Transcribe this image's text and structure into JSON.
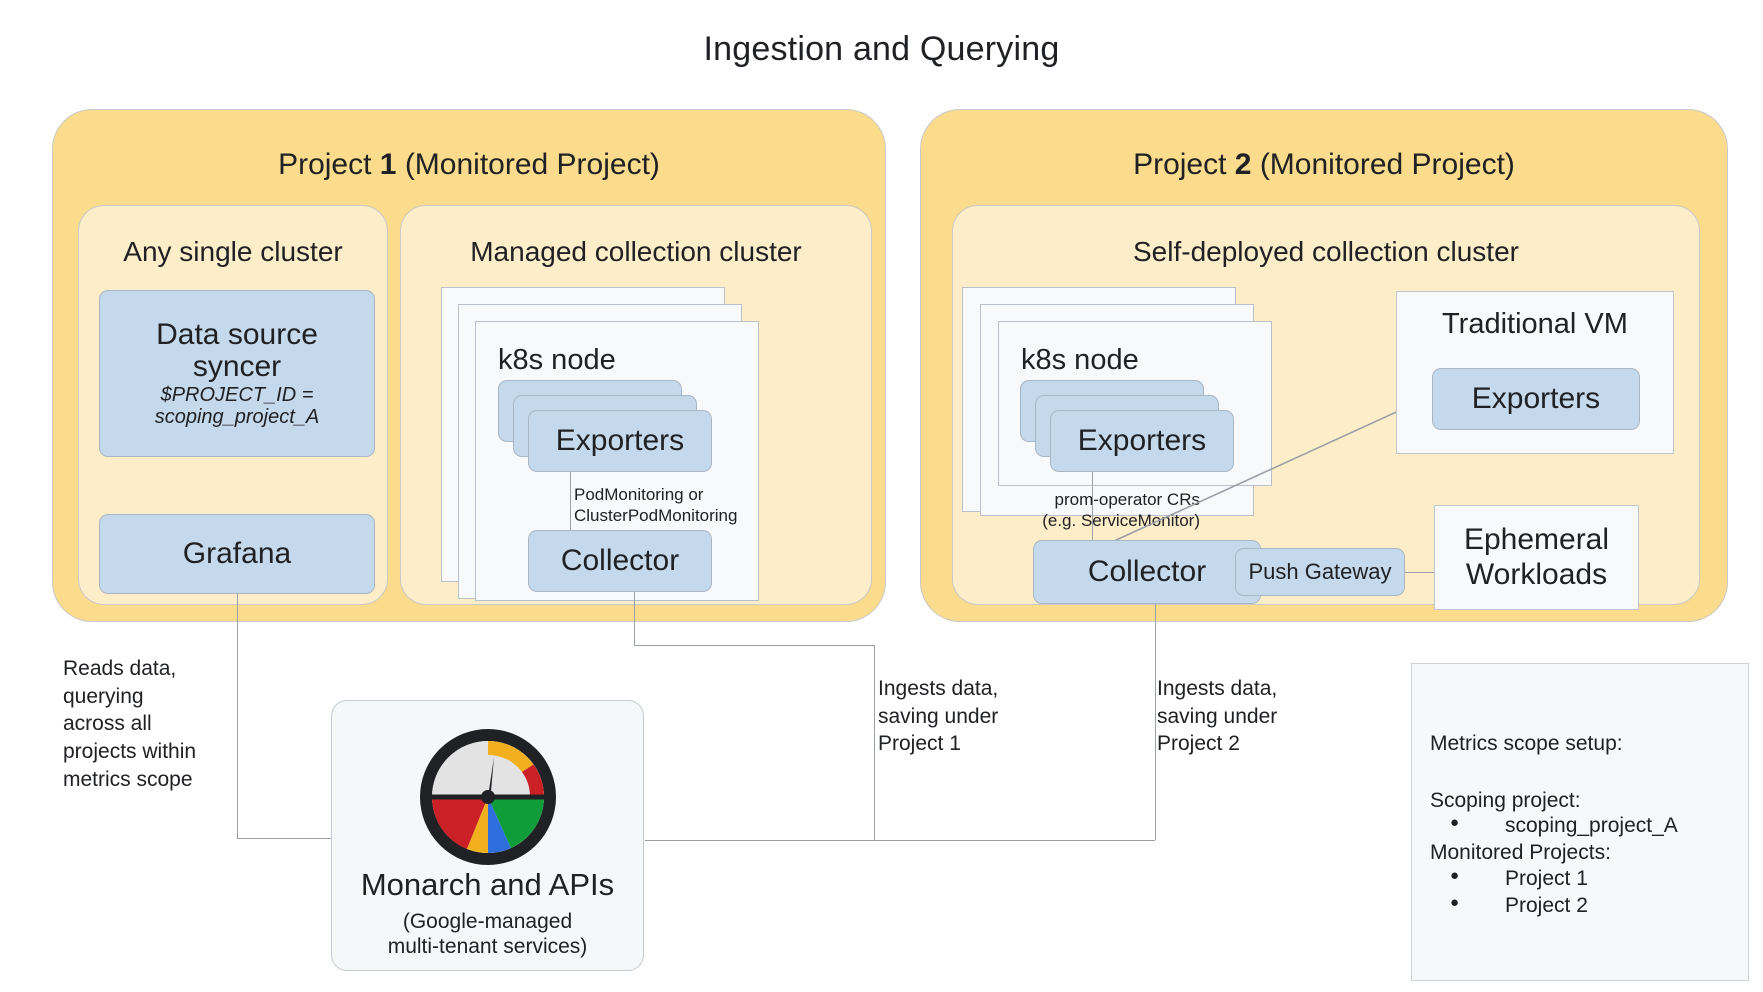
{
  "title": "Ingestion and Querying",
  "projects": [
    {
      "name": "project-1",
      "title_prefix": "Project ",
      "title_number": "1",
      "title_suffix": " (Monitored Project)"
    },
    {
      "name": "project-2",
      "title_prefix": "Project ",
      "title_number": "2",
      "title_suffix": " (Monitored Project)"
    }
  ],
  "clusters": {
    "any_single": "Any single cluster",
    "managed": "Managed collection cluster",
    "self_deployed": "Self-deployed collection cluster"
  },
  "components": {
    "data_source_syncer": "Data source\nsyncer",
    "data_source_syncer_sub": "$PROJECT_ID =\nscoping_project_A",
    "grafana": "Grafana",
    "k8s_node": "k8s node",
    "exporters": "Exporters",
    "collector": "Collector",
    "push_gateway": "Push Gateway",
    "traditional_vm": "Traditional VM",
    "ephemeral_workloads": "Ephemeral\nWorkloads"
  },
  "edge_labels": {
    "pod_monitoring": "PodMonitoring or\nClusterPodMonitoring",
    "prom_operator": "prom-operator CRs\n(e.g. ServiceMonitor)",
    "reads_data": "Reads data,\nquerying\nacross all\nprojects within\nmetrics scope",
    "ingests_project1": "Ingests data,\nsaving under\nProject 1",
    "ingests_project2": "Ingests data,\nsaving under\nProject 2"
  },
  "monarch": {
    "title": "Monarch and APIs",
    "subtitle": "(Google-managed\nmulti-tenant services)",
    "icon": "monarch-gauge-icon"
  },
  "legend": {
    "heading": "Metrics scope setup:",
    "scoping_label": "Scoping project:",
    "scoping_items": [
      "scoping_project_A"
    ],
    "monitored_label": "Monitored Projects:",
    "monitored_items": [
      "Project 1",
      "Project 2"
    ],
    "bullet": "●"
  },
  "colors": {
    "project_fill": "#fbdc8c",
    "cluster_fill": "#fdeec9",
    "component_fill": "#c5d9ed",
    "node_fill": "#f7f9fb",
    "line": "#9aa0a6",
    "gauge_red": "#cc2027",
    "gauge_yellow": "#f2b01e",
    "gauge_green": "#0f9d3a",
    "gauge_blue": "#2f6fdd",
    "gauge_dark": "#202124",
    "gauge_gray": "#e3e3e3"
  }
}
